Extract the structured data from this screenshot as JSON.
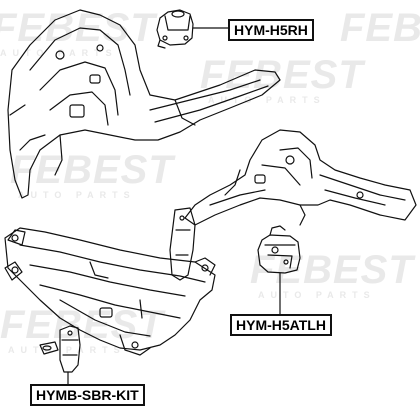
{
  "watermark": {
    "brand": "FEBEST",
    "tagline": "AUTO PARTS"
  },
  "labels": {
    "top_right": "HYM-H5RH",
    "middle_right": "HYM-H5ATLH",
    "bottom_left": "HYMB-SBR-KIT"
  },
  "colors": {
    "line": "#111111",
    "label_border": "#111111",
    "watermark": "#e9e9e9"
  }
}
